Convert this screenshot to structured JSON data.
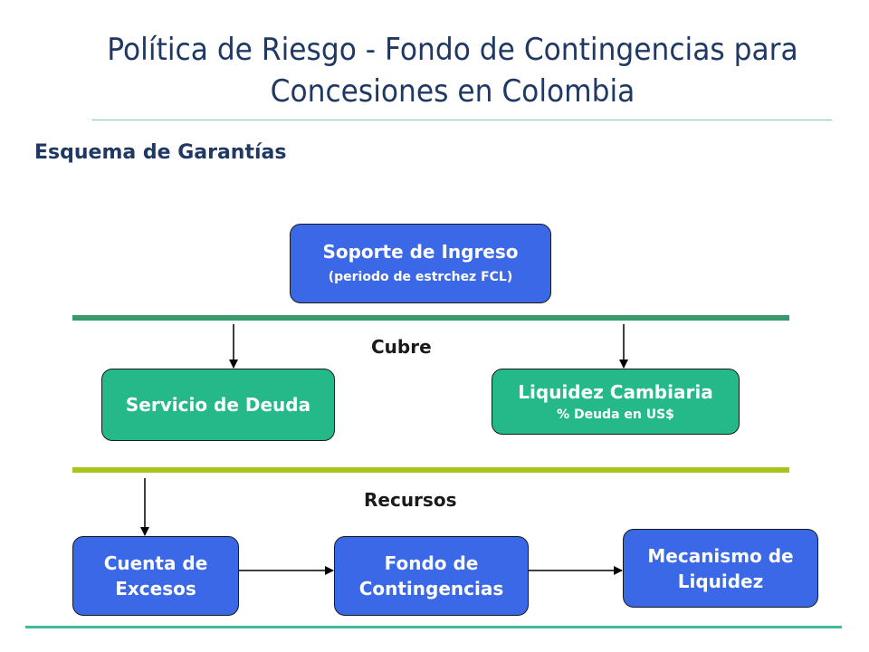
{
  "title": {
    "line1": "Política de Riesgo - Fondo de Contingencias para",
    "line2": "Concesiones en Colombia"
  },
  "subtitle": "Esquema de Garantías",
  "diagram": {
    "soporte": {
      "main": "Soporte de Ingreso",
      "sub": "(periodo de estrchez FCL)"
    },
    "cubre_label": "Cubre",
    "servicio": {
      "main": "Servicio de Deuda"
    },
    "liquidez_cambiaria": {
      "main": "Liquidez Cambiaria",
      "sub": "% Deuda en US$"
    },
    "recursos_label": "Recursos",
    "cuenta": {
      "line1": "Cuenta de",
      "line2": "Excesos"
    },
    "fondo": {
      "line1": "Fondo de",
      "line2": "Contingencias"
    },
    "mecanismo": {
      "line1": "Mecanismo de",
      "line2": "Liquidez"
    }
  },
  "colors": {
    "title": "#1f3864",
    "box_blue": "#3a68e6",
    "box_green": "#25b98a",
    "bar_green": "#3a9a6e",
    "bar_lime": "#a6c41c"
  }
}
